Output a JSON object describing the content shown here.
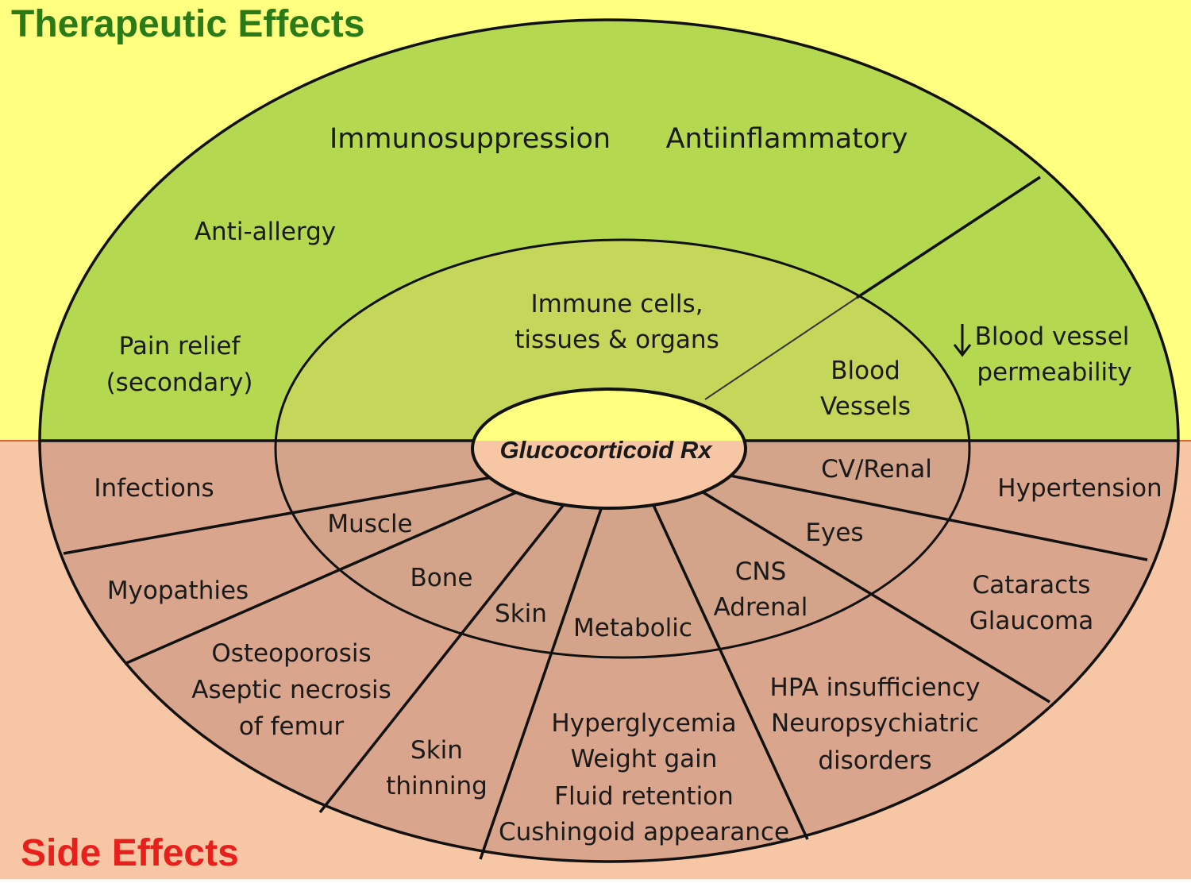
{
  "colors": {
    "therapeutic_background": "#ffff80",
    "side_background": "#f7c6a4",
    "therapeutic_fill": "#b4d84f",
    "therapeutic_inner_fill": "#c4d75a",
    "side_fill": "#d9a58c",
    "side_inner_fill": "#d3a48a",
    "center_top": "#ffff80",
    "center_bottom": "#f7c6a4",
    "therapeutic_heading": "#2a7a17",
    "side_heading": "#e8201c",
    "line": "#111111"
  },
  "headings": {
    "therapeutic": "Therapeutic Effects",
    "side": "Side Effects"
  },
  "center": {
    "label": "Glucocorticoid Rx"
  },
  "therapeutic": {
    "immunosuppression": "Immunosuppression",
    "antiinflammatory": "Antiinflammatory",
    "anti_allergy": "Anti-allergy",
    "pain_relief": [
      "Pain relief",
      "(secondary)"
    ],
    "immune_cells": [
      "Immune cells,",
      "tissues & organs"
    ],
    "blood_vessels": [
      "Blood",
      "Vessels"
    ],
    "blood_vessel_permeability": [
      "Blood vessel",
      "permeability"
    ],
    "decrease_arrow": "down-arrow-icon"
  },
  "side_inner": {
    "muscle": "Muscle",
    "bone": "Bone",
    "skin": "Skin",
    "metabolic": "Metabolic",
    "cns_adrenal": [
      "CNS",
      "Adrenal"
    ],
    "eyes": "Eyes",
    "cv_renal": "CV/Renal"
  },
  "side_outer": {
    "infections": "Infections",
    "myopathies": "Myopathies",
    "osteoporosis": [
      "Osteoporosis",
      "Aseptic necrosis",
      "of femur"
    ],
    "skin_thinning": [
      "Skin",
      "thinning"
    ],
    "metabolic_effects": [
      "Hyperglycemia",
      "Weight gain",
      "Fluid retention",
      "Cushingoid appearance"
    ],
    "hpa": [
      "HPA insufficiency",
      "Neuropsychiatric",
      "disorders"
    ],
    "cataracts": [
      "Cataracts",
      "Glaucoma"
    ],
    "hypertension": "Hypertension"
  }
}
